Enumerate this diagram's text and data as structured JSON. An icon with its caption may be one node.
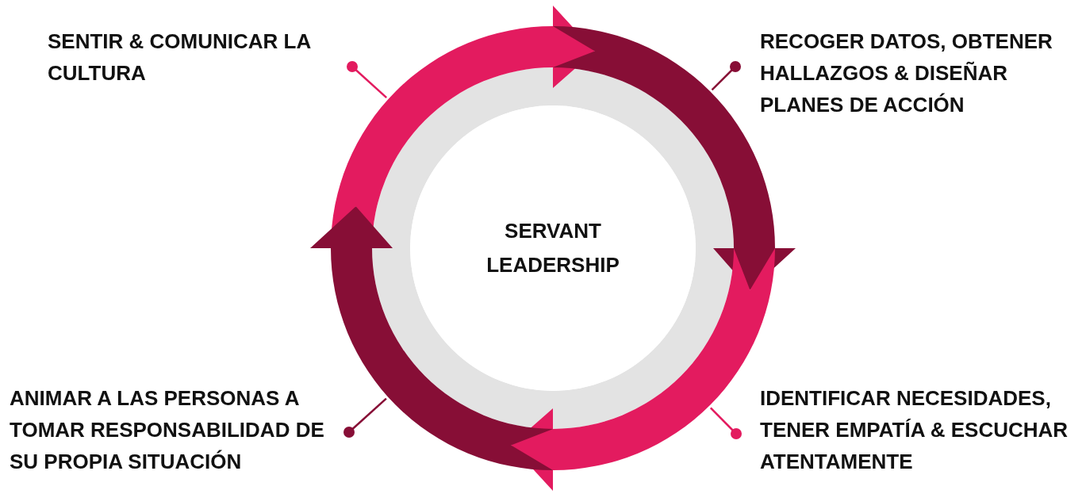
{
  "diagram": {
    "nodes": [
      {
        "text": [
          "SENTIR & COMUNICAR LA CULTURA"
        ]
      },
      {
        "text": [
          "RECOGER DATOS, OBTENER HALLAZGOS & DISEÑAR PLANES DE ACCIÓN"
        ]
      },
      {
        "text": [
          "ANIMAR A LAS PERSONAS A TOMAR RESPONSABILIDAD DE SU PROPIA SITUACIÓN"
        ]
      },
      {
        "text": [
          "IDENTIFICAR NECESIDADES, TENER EMPATÍA & ESCUCHAR ATENTAMENTE"
        ]
      },
      {
        "text": [
          "SERVANT LEADERSHIP"
        ]
      }
    ],
    "edges": [
      {
        "from": 0,
        "to": null,
        "arrow": "other",
        "color": "#e31b5f"
      },
      {
        "from": 1,
        "to": null,
        "arrow": "other",
        "color": "#870e36"
      },
      {
        "from": 2,
        "to": null,
        "arrow": "other",
        "color": "#870e36"
      },
      {
        "from": 3,
        "to": null,
        "arrow": "other",
        "color": "#e31b5f"
      }
    ]
  }
}
